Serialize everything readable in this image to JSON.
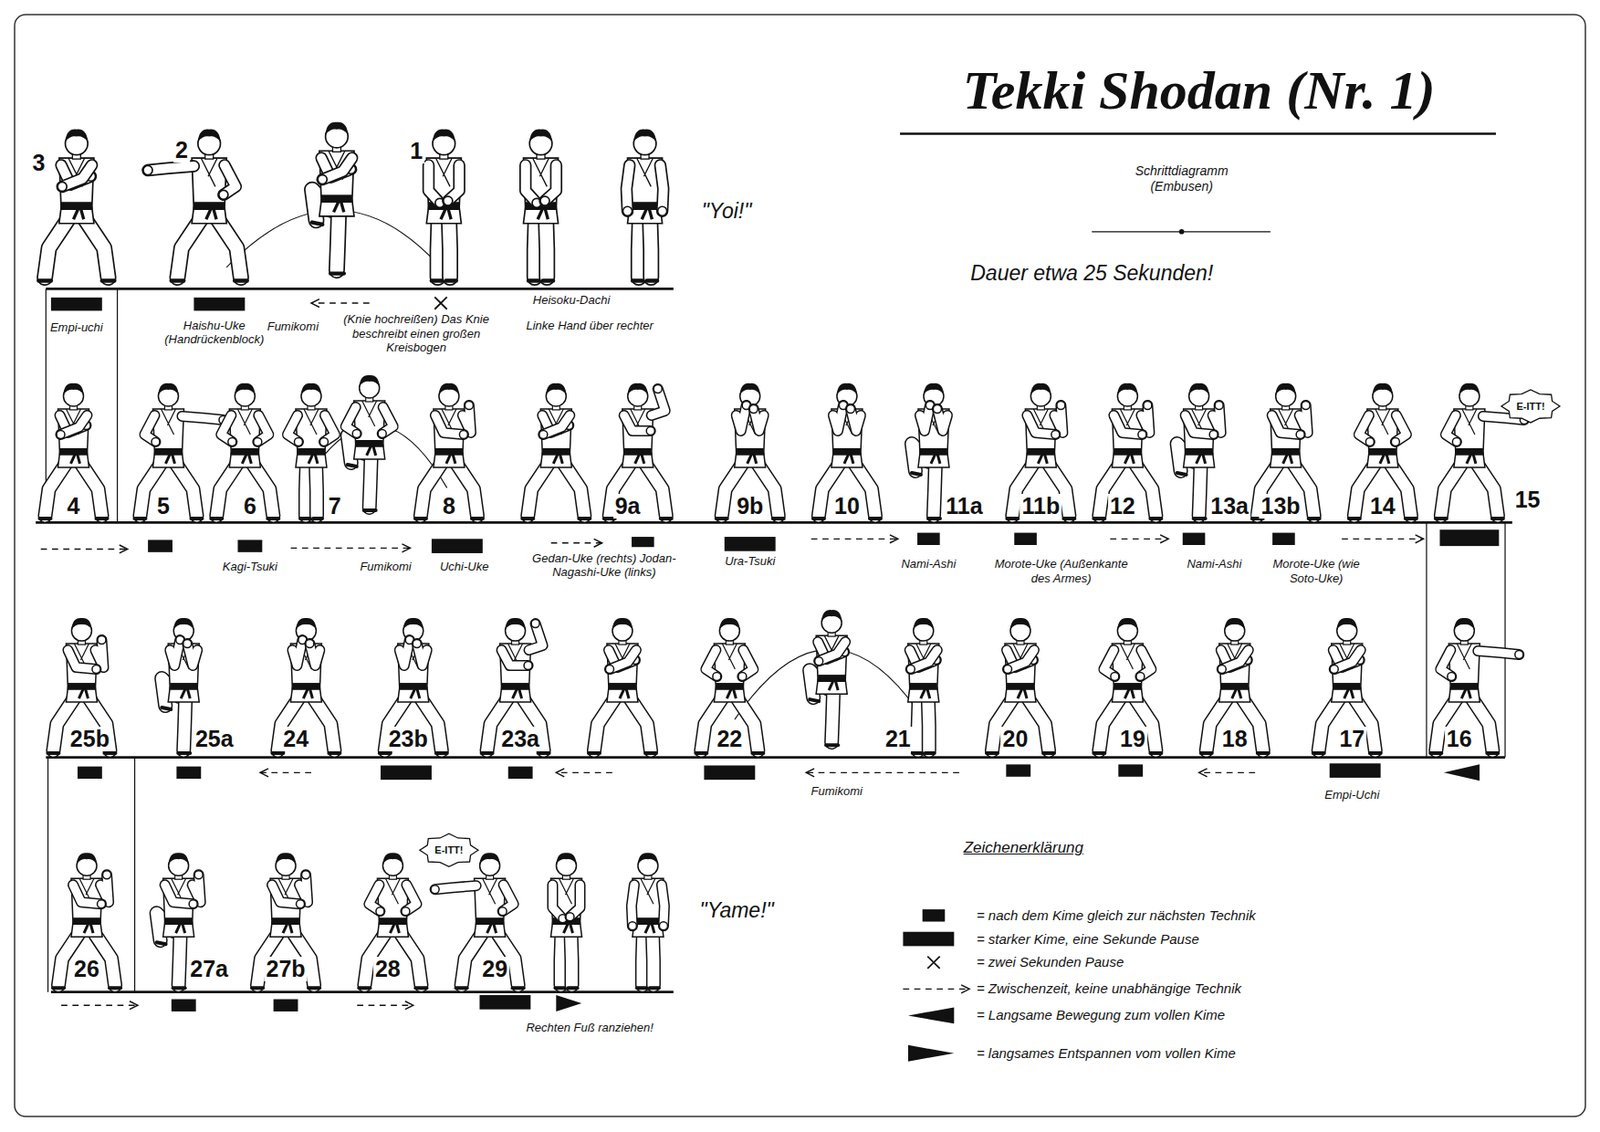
{
  "diagram": {
    "title": "Tekki Shodan (Nr. 1)",
    "labels": [
      "Schrittdiagramm (Embusen)",
      "Dauer etwa 25 Sekunden!",
      "3",
      "2",
      "1",
      "\"Yoi!\"",
      "Empi-uchi",
      "Haishu-Uke (Handrückenblock)",
      "Fumikomi",
      "(Knie hochreißen) Das Knie beschreibt einen großen Kreisbogen",
      "Heisoku-Dachi",
      "Linke Hand über rechter",
      "E-ITT!",
      "4",
      "5",
      "6",
      "7",
      "8",
      "9a",
      "9b",
      "10",
      "11a",
      "11b",
      "12",
      "13a",
      "13b",
      "14",
      "15",
      "Kagi-Tsuki",
      "Fumikomi",
      "Uchi-Uke",
      "Gedan-Uke (rechts) Jodan-Nagashi-Uke (links)",
      "Ura-Tsuki",
      "Nami-Ashi",
      "Morote-Uke (Außenkante des Armes)",
      "Nami-Ashi",
      "Morote-Uke (wie Soto-Uke)",
      "25b",
      "25a",
      "24",
      "23b",
      "23a",
      "22",
      "21",
      "20",
      "19",
      "18",
      "17",
      "16",
      "Fumikomi",
      "Empi-Uchi",
      "26",
      "27a",
      "27b",
      "28",
      "E-ITT!",
      "29",
      "\"Yame!\"",
      "Rechten Fuß ranziehen!",
      "Zeichenerklärung"
    ],
    "legend": [
      {
        "text": "= nach dem Kime gleich zur nächsten Technik"
      },
      {
        "text": "= starker Kime, eine Sekunde Pause"
      },
      {
        "text": "= zwei Sekunden Pause"
      },
      {
        "text": "= Zwischenzeit, keine unabhängige Technik"
      },
      {
        "text": "= Langsame Bewegung zum vollen Kime"
      },
      {
        "text": "= langsames Entspannen vom vollen Kime"
      }
    ]
  }
}
